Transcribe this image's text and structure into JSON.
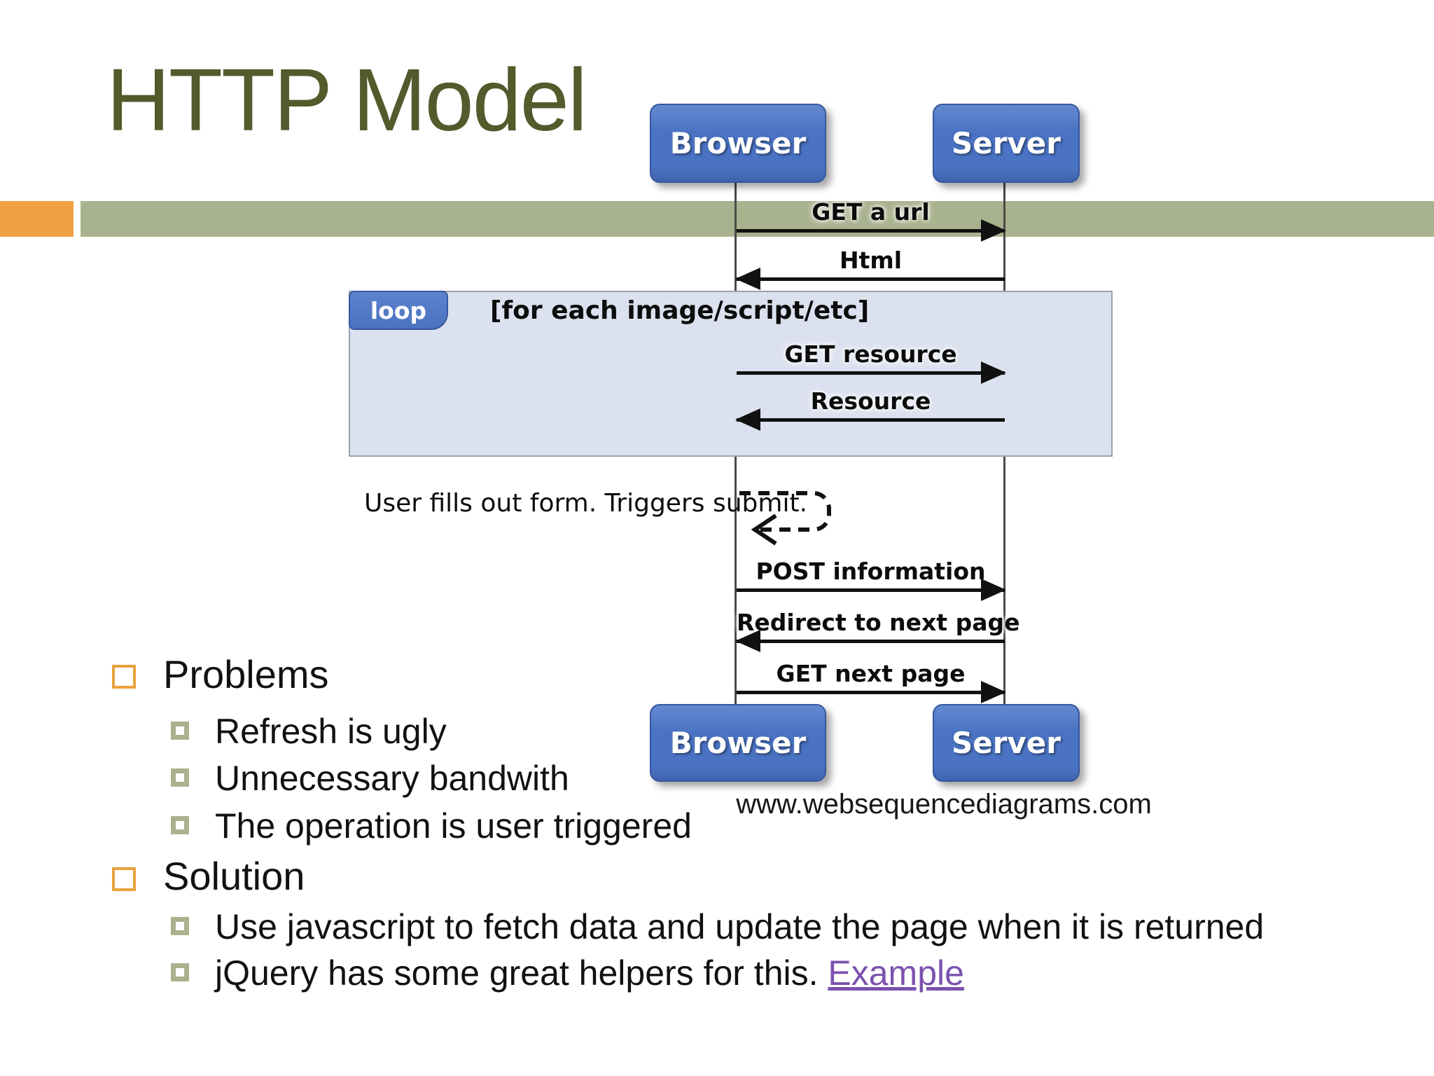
{
  "title": "HTTP Model",
  "colors": {
    "title_olive": "#535a2b",
    "bar_green": "#a9b28e",
    "bar_orange": "#efa144",
    "actor_blue": "#4a73c3",
    "loop_fill": "#dce1ef",
    "link_purple": "#7b52ae"
  },
  "diagram": {
    "top_actors": {
      "browser": "Browser",
      "server": "Server"
    },
    "bottom_actors": {
      "browser": "Browser",
      "server": "Server"
    },
    "messages": [
      {
        "label": "GET a url",
        "direction": "right"
      },
      {
        "label": "Html",
        "direction": "left"
      },
      {
        "label": "GET resource",
        "direction": "right"
      },
      {
        "label": "Resource",
        "direction": "left"
      },
      {
        "label": "POST information",
        "direction": "right"
      },
      {
        "label": "Redirect to next page",
        "direction": "left"
      },
      {
        "label": "GET next page",
        "direction": "right"
      }
    ],
    "loop": {
      "tab": "loop",
      "condition": "[for each image/script/etc]"
    },
    "note": "User fills out form. Triggers submit.",
    "watermark": "www.websequencediagrams.com"
  },
  "bullets": {
    "problems": {
      "label": "Problems",
      "items": [
        "Refresh is ugly",
        "Unnecessary bandwith",
        "The operation is user triggered"
      ]
    },
    "solution": {
      "label": "Solution",
      "items": [
        "Use javascript to fetch data and update the page when it is returned",
        "jQuery has some great helpers for this. "
      ],
      "link_label": "Example"
    }
  }
}
